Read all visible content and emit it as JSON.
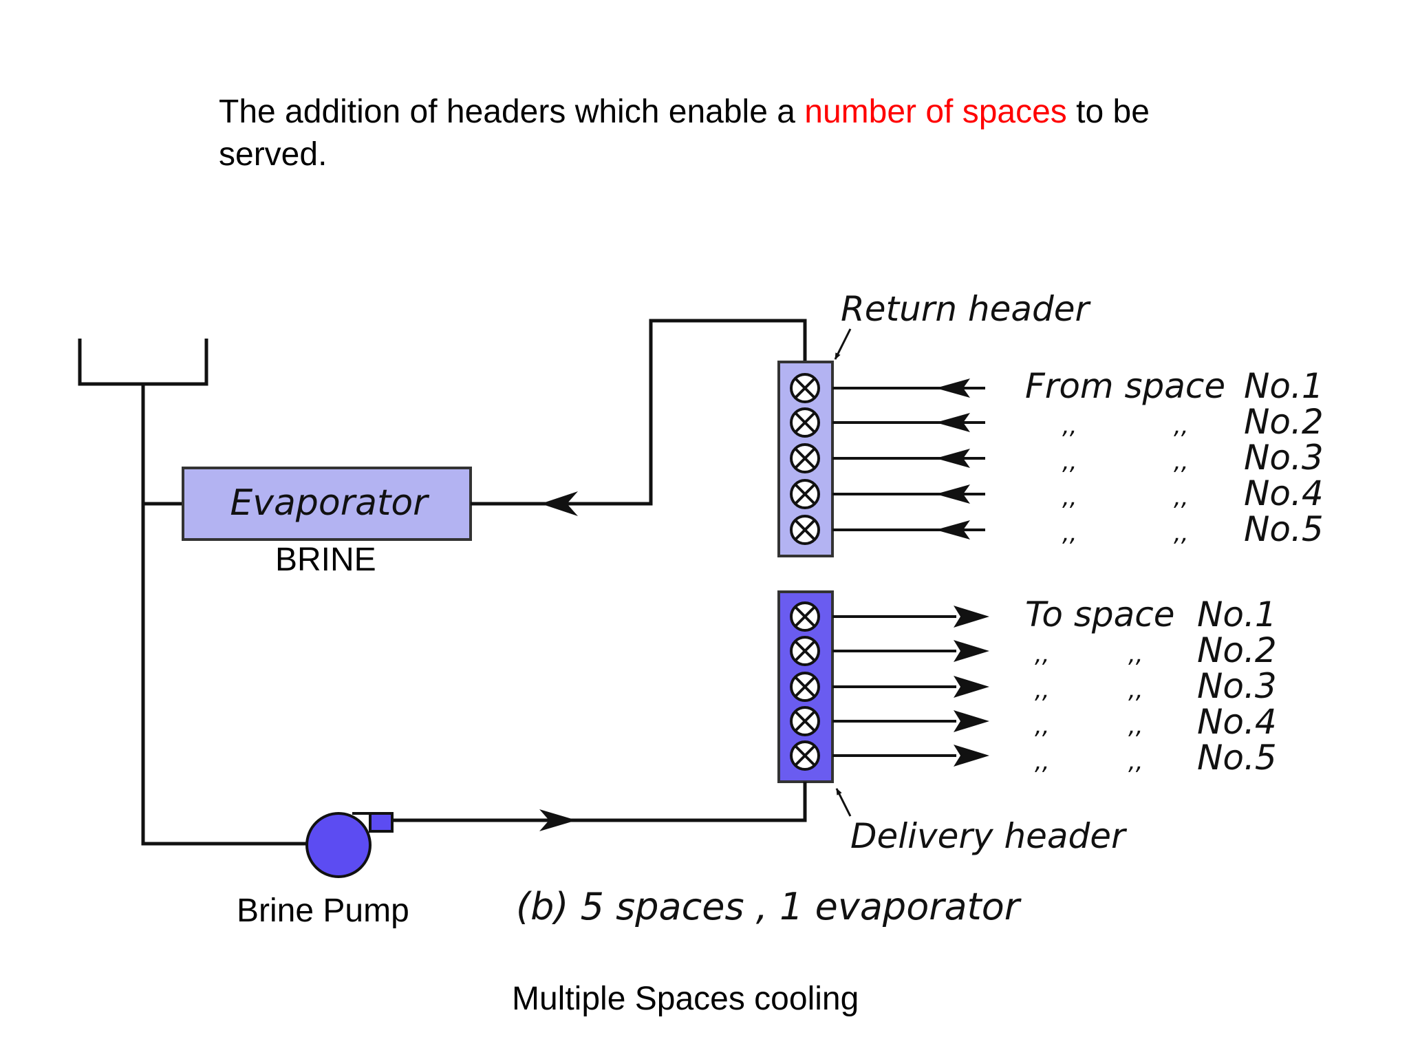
{
  "intro": {
    "text_before": "The addition of headers which enable a ",
    "highlight": "number of spaces",
    "text_after": " to be served."
  },
  "diagram": {
    "return_header_label": "Return header",
    "delivery_header_label": "Delivery header",
    "evaporator_label": "Evaporator",
    "brine_label": "BRINE",
    "pump_label": "Brine Pump",
    "caption": "(b)  5 spaces , 1 evaporator",
    "ditto": ",,",
    "from_prefix": "From space",
    "to_prefix": "To space",
    "numbers": [
      "No.1",
      "No.2",
      "No.3",
      "No.4",
      "No.5"
    ]
  },
  "footer": {
    "title": "Multiple Spaces cooling"
  },
  "colors": {
    "return_header_fill": "#b3b3f2",
    "delivery_header_fill": "#6a5cf0",
    "evaporator_fill": "#b3b3f2",
    "pump_fill": "#5c4cf2",
    "highlight": "#ff0000"
  }
}
